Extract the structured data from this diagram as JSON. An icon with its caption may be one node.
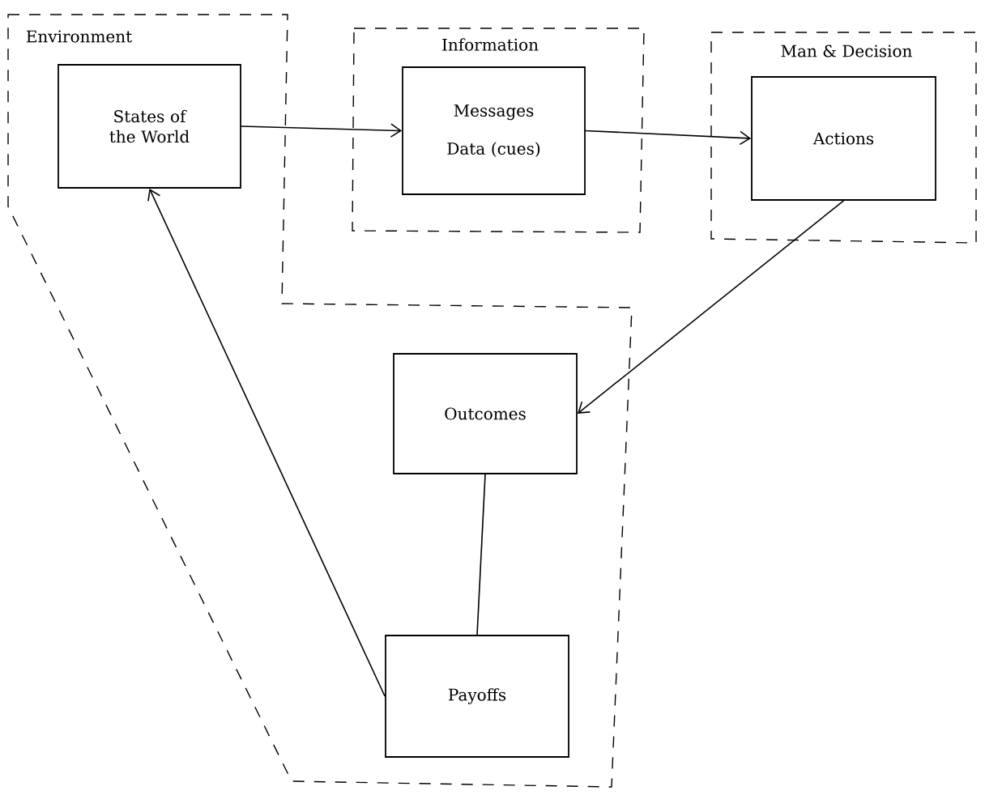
{
  "diagram": {
    "nodes": [
      {
        "text": [
          "Environment"
        ]
      },
      {
        "text": [
          "States of the World"
        ],
        "in": 0
      },
      {
        "text": [
          "Information"
        ]
      },
      {
        "text": [
          "Messages",
          "Data (cues)"
        ],
        "in": 2
      },
      {
        "text": [
          "Man & Decision"
        ]
      },
      {
        "text": [
          "Actions"
        ],
        "in": 4
      },
      {
        "text": [
          "Outcomes"
        ],
        "in": 0
      },
      {
        "text": [
          "Payoffs"
        ],
        "in": 0
      }
    ],
    "edges": [
      {
        "from": 1,
        "to": 3,
        "arrow": "to"
      },
      {
        "from": 3,
        "to": 5,
        "arrow": "to"
      },
      {
        "from": 5,
        "to": 6,
        "arrow": "to"
      },
      {
        "from": 6,
        "to": 7,
        "arrow": "none"
      },
      {
        "from": 7,
        "to": 1,
        "arrow": "to"
      }
    ]
  }
}
